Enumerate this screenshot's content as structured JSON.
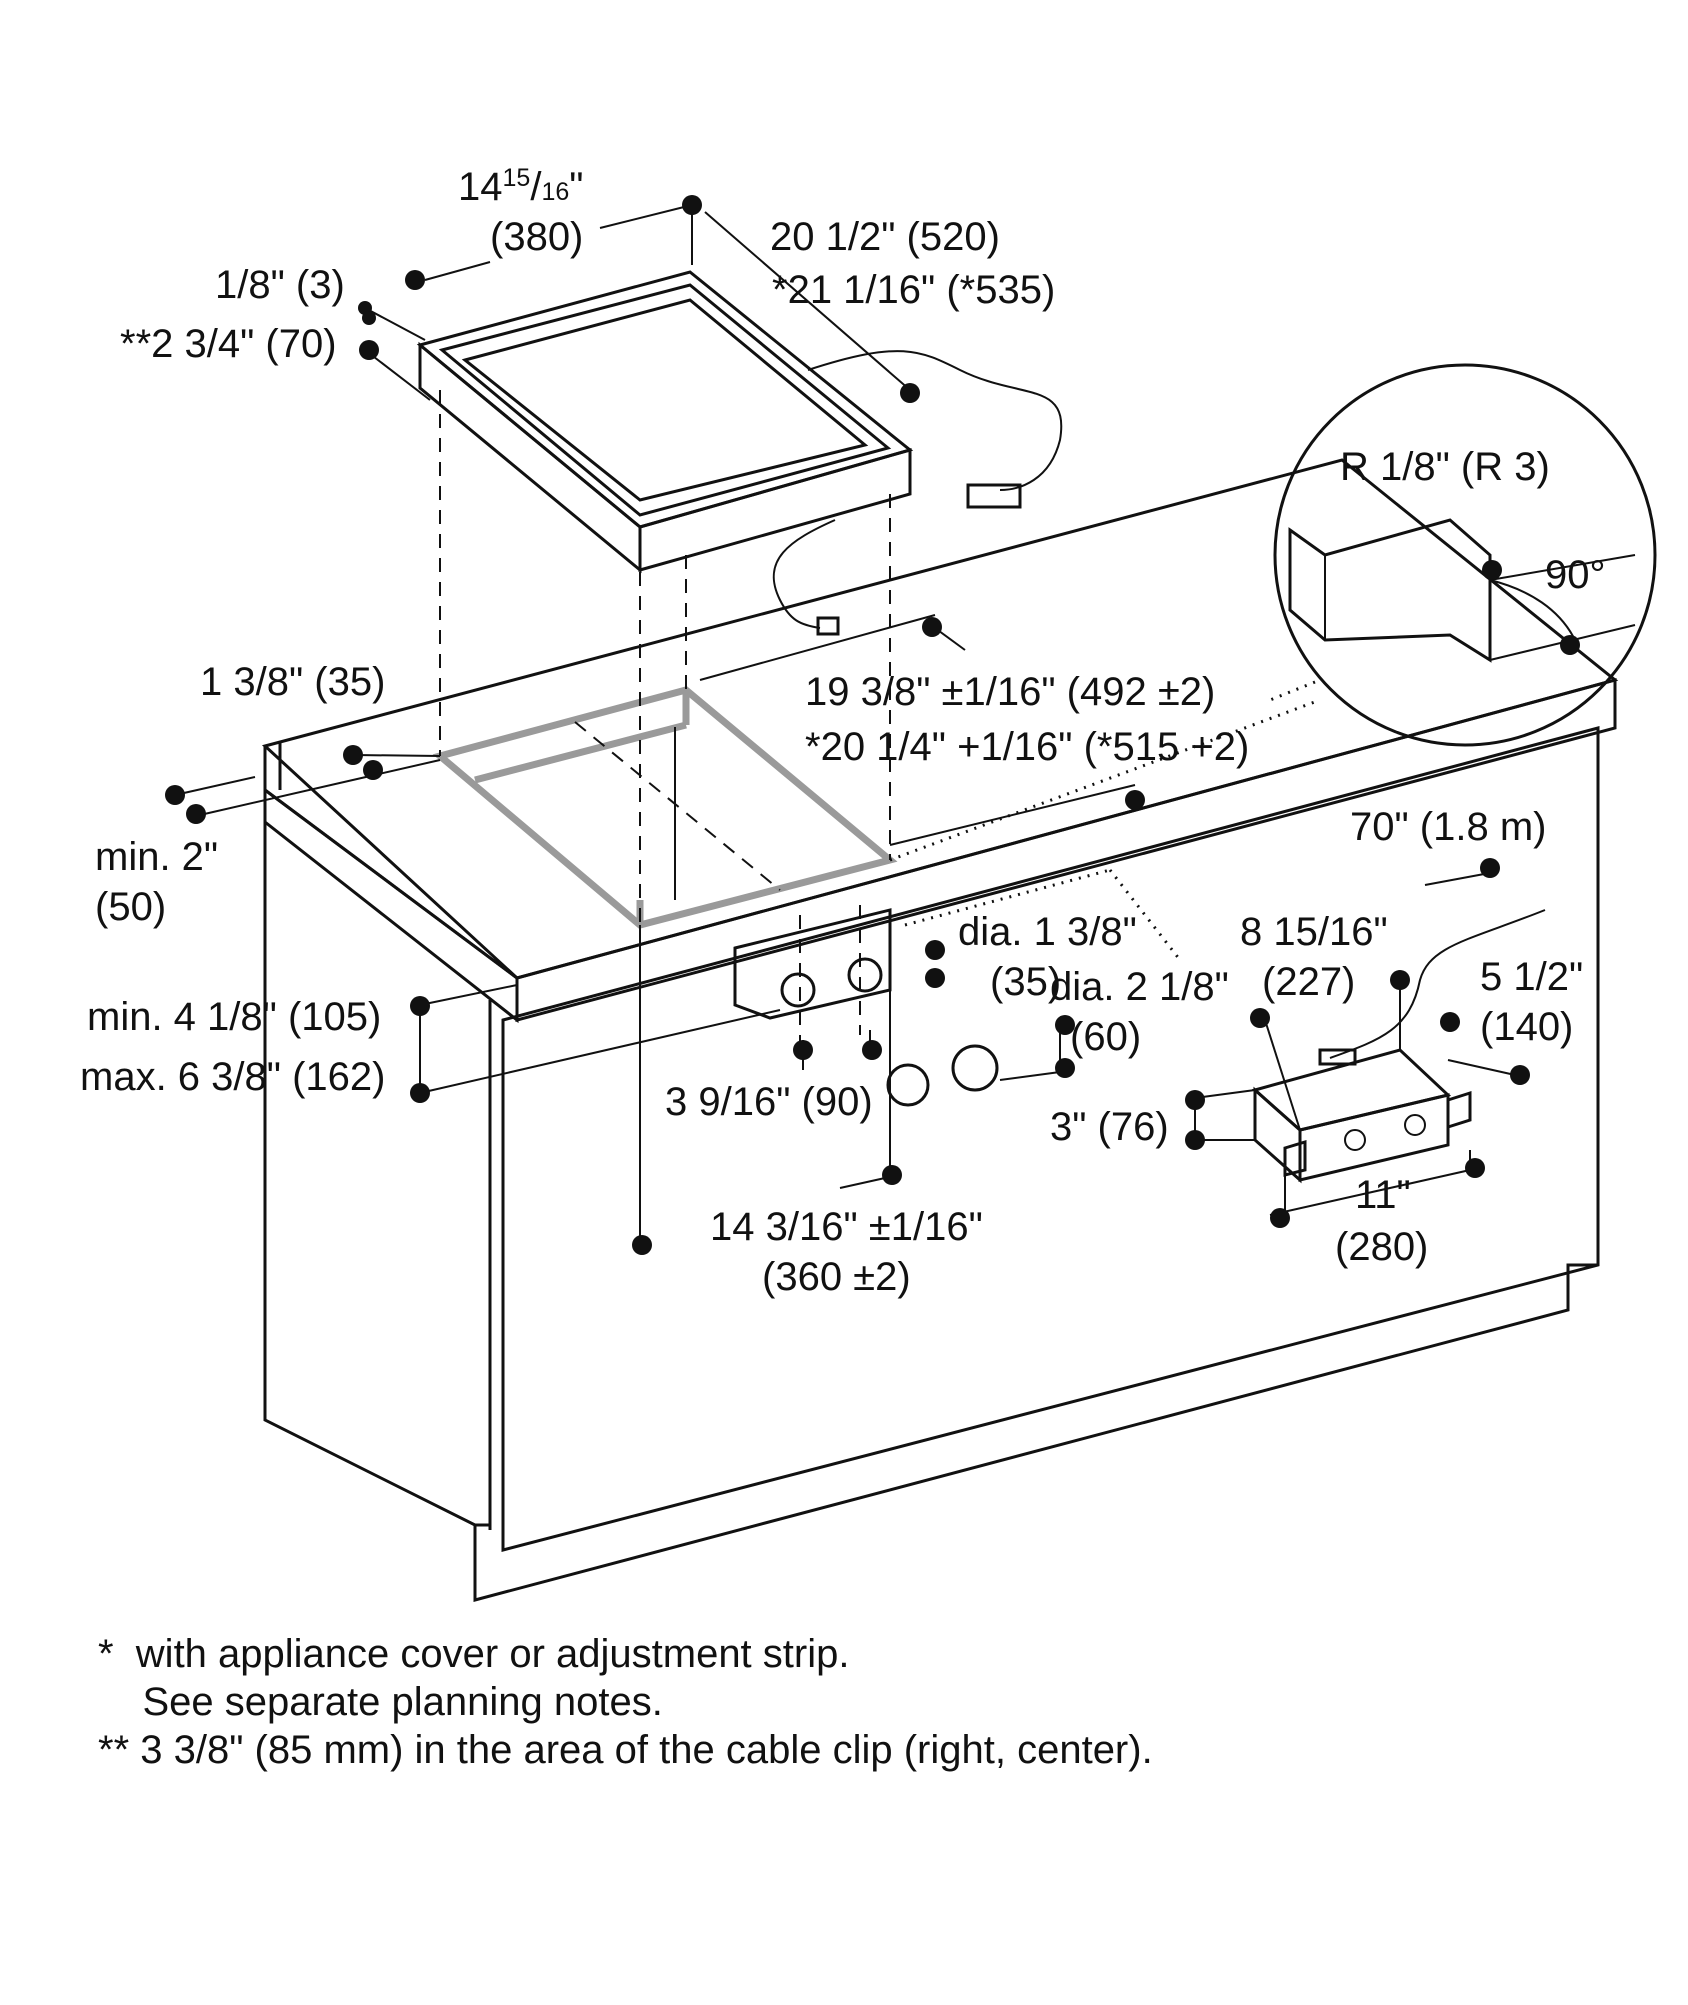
{
  "labels": {
    "cooktop_width": {
      "whole": "14",
      "num": "15",
      "den": "16",
      "mm": "(380)"
    },
    "cooktop_depth_a": "20 1/2\" (520)",
    "cooktop_depth_b": "*21 1/16\" (*535)",
    "frame_thickness": "1/8\" (3)",
    "install_depth": "**2 3/4\" (70)",
    "radius": "R 1/8\" (R 3)",
    "angle": "90°",
    "front_edge": "1 3/8\" (35)",
    "cutout_depth_a": "19 3/8\" ±1/16\" (492 ±2)",
    "cutout_depth_b": "*20 1/4\" +1/16\" (*515 +2)",
    "min_edge_a": "min. 2\"",
    "min_edge_b": "(50)",
    "cable_length": "70\" (1.8 m)",
    "knob_hole_a": "dia. 1 3/8\"",
    "knob_hole_b": "(35)",
    "knob_dia_a": "dia. 2 1/8\"",
    "knob_dia_b": "(60)",
    "box_width_a": "8 15/16\"",
    "box_width_b": "(227)",
    "box_depth_a": "5 1/2\"",
    "box_depth_b": "(140)",
    "min_height": "min. 4 1/8\" (105)",
    "max_height": "max. 6 3/8\" (162)",
    "knob_spacing": "3 9/16\" (90)",
    "box_height": "3\" (76)",
    "box_length_a": "11\"",
    "box_length_b": "(280)",
    "cutout_width_a": "14 3/16\" ±1/16\"",
    "cutout_width_b": "(360 ±2)"
  },
  "notes": [
    "*  with appliance cover or adjustment strip.",
    "    See separate planning notes.",
    "** 3 3/8\" (85 mm) in the area of the cable clip (right, center)."
  ]
}
